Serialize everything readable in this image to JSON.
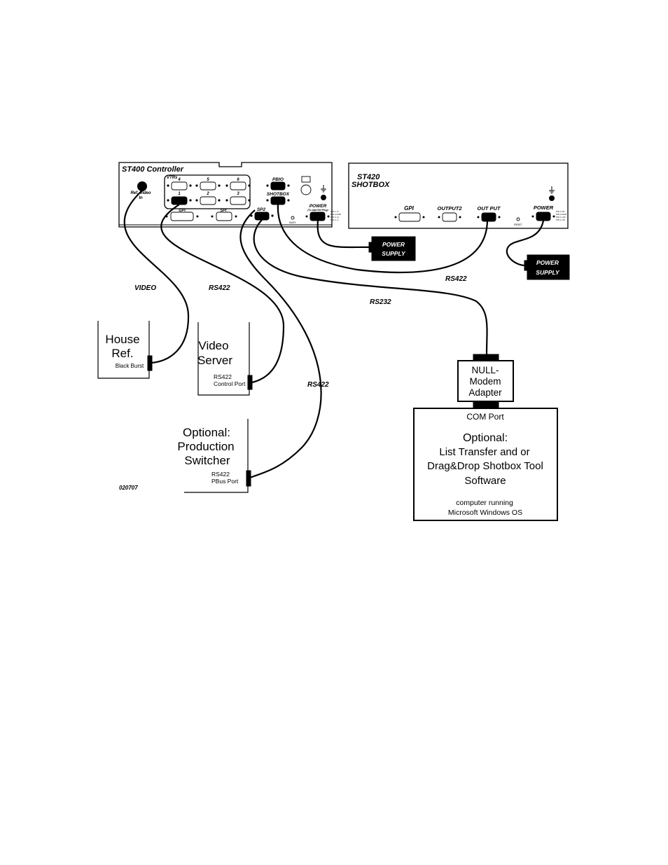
{
  "diagram": {
    "controller": {
      "title": "ST400 Controller",
      "ref_video_label_1": "Ref. Video",
      "ref_video_label_2": "In",
      "vtrs_label": "VTRs",
      "vtr_numbers": [
        "4",
        "5",
        "6",
        "1",
        "2",
        "3"
      ],
      "gpi_label": "GPI",
      "spi_label": "SPI",
      "pbio_label": "PBIO",
      "shotbox_label": "SHOTBOX",
      "sp2_label": "SP2",
      "power_label": "POWER",
      "power_sub": "(To Add Ref Plug)",
      "busy_label": "BUSY"
    },
    "shotbox_unit": {
      "title_line1": "ST420",
      "title_line2": "SHOTBOX",
      "gpi_label": "GPI",
      "output2_label": "OUTPUT2",
      "output_label": "OUT PUT",
      "power_label": "POWER",
      "reset_label": "RESET"
    },
    "power_supply_1": {
      "line1": "POWER",
      "line2": "SUPPLY"
    },
    "power_supply_2": {
      "line1": "POWER",
      "line2": "SUPPLY"
    },
    "cables": {
      "video": "VIDEO",
      "rs422_server": "RS422",
      "rs232": "RS232",
      "rs422_shotbox": "RS422",
      "rs422_switcher": "RS422"
    },
    "house_ref": {
      "line1": "House",
      "line2": "Ref.",
      "sub": "Black Burst"
    },
    "video_server": {
      "line1": "Video",
      "line2": "Server",
      "sub1": "RS422",
      "sub2": "Control Port"
    },
    "switcher": {
      "line1": "Optional:",
      "line2": "Production",
      "line3": "Switcher",
      "sub1": "RS422",
      "sub2": "PBus Port"
    },
    "null_modem": {
      "line1": "NULL-",
      "line2": "Modem",
      "line3": "Adapter"
    },
    "computer": {
      "com_port": "COM Port",
      "line1": "Optional:",
      "line2": "List Transfer and or",
      "line3": "Drag&Drop Shotbox Tool",
      "line4": "Software",
      "sub1": "computer running",
      "sub2": "Microsoft Windows OS"
    },
    "figure_id": "020707"
  }
}
